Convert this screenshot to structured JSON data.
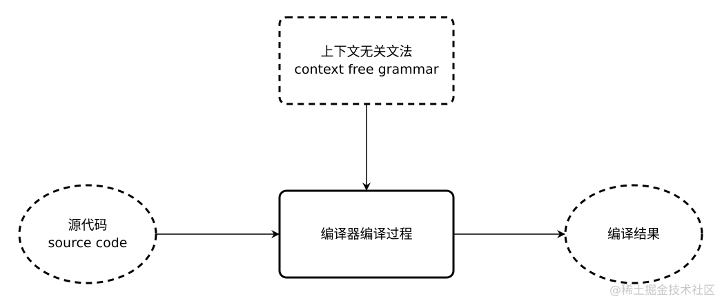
{
  "nodes": {
    "grammar": {
      "line1": "上下文无关文法",
      "line2": "context free grammar"
    },
    "source": {
      "line1": "源代码",
      "line2": "source code"
    },
    "compiler": {
      "line1": "编译器编译过程"
    },
    "result": {
      "line1": "编译结果"
    }
  },
  "watermark": "@稀土掘金技术社区",
  "colors": {
    "stroke": "#000000",
    "background": "#ffffff",
    "watermark": "#c8c8c8"
  }
}
